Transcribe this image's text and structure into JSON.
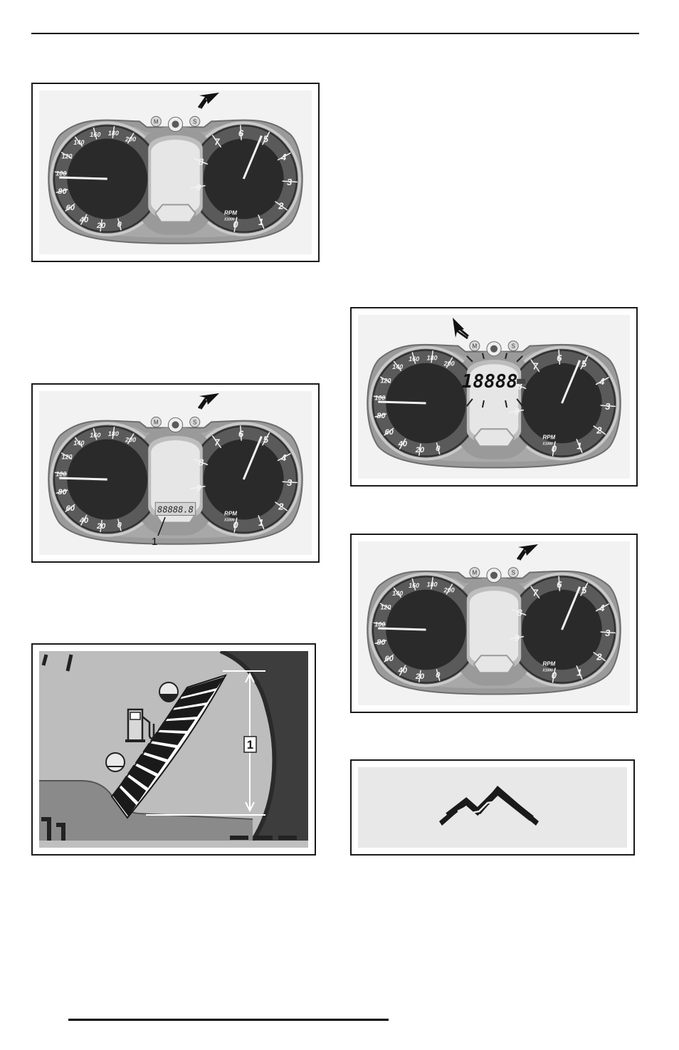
{
  "clusters": {
    "speed_ticks": [
      "0",
      "20",
      "40",
      "60",
      "80",
      "100",
      "120",
      "140",
      "160",
      "180",
      "200"
    ],
    "rpm_ticks": [
      "0",
      "1",
      "2",
      "3",
      "4",
      "5",
      "6",
      "7",
      "8",
      "9"
    ],
    "rpm_label": "RPM",
    "rpm_sub": "X1000",
    "button_m": "M",
    "button_s": "S"
  },
  "fig2": {
    "odometer": "88888.8",
    "callout": "1"
  },
  "fig4": {
    "display": "18888"
  },
  "fuel": {
    "callout": "1"
  },
  "icons": {
    "arrow": "arrow-icon",
    "fuel": "fuel-pump-icon",
    "mountain": "mountain-icon",
    "center": "gear-icon"
  }
}
